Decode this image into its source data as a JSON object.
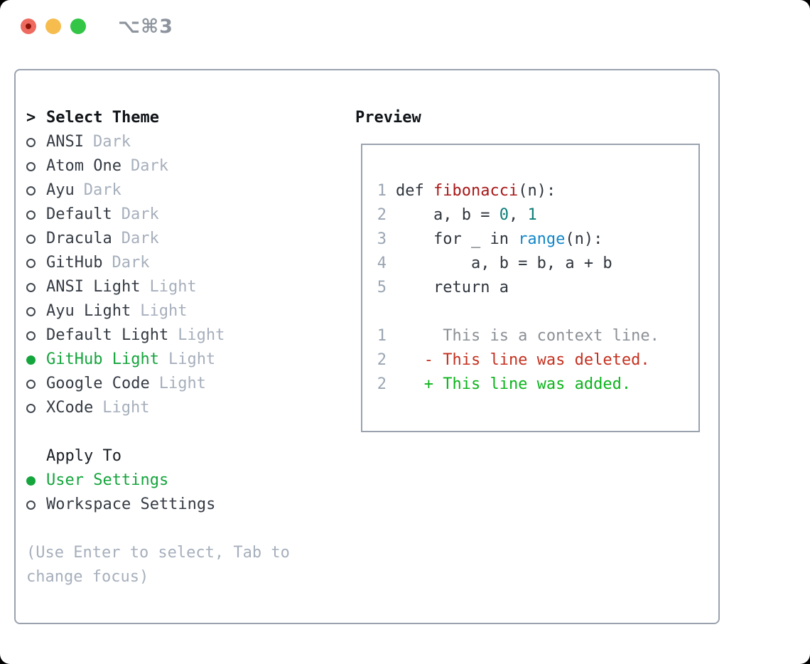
{
  "window": {
    "title": "⌥⌘3",
    "traffic_lights": [
      "close",
      "minimize",
      "zoom"
    ]
  },
  "theme_picker": {
    "header": {
      "marker": ">",
      "label": "Select Theme"
    },
    "themes": [
      {
        "name": "ANSI",
        "variant": "Dark",
        "selected": false
      },
      {
        "name": "Atom One",
        "variant": "Dark",
        "selected": false
      },
      {
        "name": "Ayu",
        "variant": "Dark",
        "selected": false
      },
      {
        "name": "Default",
        "variant": "Dark",
        "selected": false
      },
      {
        "name": "Dracula",
        "variant": "Dark",
        "selected": false
      },
      {
        "name": "GitHub",
        "variant": "Dark",
        "selected": false
      },
      {
        "name": "ANSI Light",
        "variant": "Light",
        "selected": false
      },
      {
        "name": "Ayu Light",
        "variant": "Light",
        "selected": false
      },
      {
        "name": "Default Light",
        "variant": "Light",
        "selected": false
      },
      {
        "name": "GitHub Light",
        "variant": "Light",
        "selected": true
      },
      {
        "name": "Google Code",
        "variant": "Light",
        "selected": false
      },
      {
        "name": "XCode",
        "variant": "Light",
        "selected": false
      }
    ],
    "apply_to": {
      "label": "Apply To",
      "options": [
        {
          "name": "User Settings",
          "selected": true
        },
        {
          "name": "Workspace Settings",
          "selected": false
        }
      ]
    },
    "hint_line1": "(Use Enter to select, Tab to",
    "hint_line2": "change focus)"
  },
  "preview": {
    "label": "Preview",
    "lines": [
      {
        "num": "1",
        "tokens": [
          {
            "text": "def ",
            "style": "default"
          },
          {
            "text": "fibonacci",
            "style": "func"
          },
          {
            "text": "(n):",
            "style": "default"
          }
        ]
      },
      {
        "num": "2",
        "tokens": [
          {
            "text": "    a, b = ",
            "style": "default"
          },
          {
            "text": "0",
            "style": "num"
          },
          {
            "text": ", ",
            "style": "default"
          },
          {
            "text": "1",
            "style": "num"
          }
        ]
      },
      {
        "num": "3",
        "tokens": [
          {
            "text": "    for _ in ",
            "style": "default"
          },
          {
            "text": "range",
            "style": "builtin"
          },
          {
            "text": "(n):",
            "style": "default"
          }
        ]
      },
      {
        "num": "4",
        "tokens": [
          {
            "text": "        a, b = b, a + b",
            "style": "default"
          }
        ]
      },
      {
        "num": "5",
        "tokens": [
          {
            "text": "    return a",
            "style": "default"
          }
        ]
      },
      {
        "num": "",
        "tokens": []
      },
      {
        "num": "1",
        "tokens": [
          {
            "text": "     This is a context line.",
            "style": "context"
          }
        ]
      },
      {
        "num": "2",
        "tokens": [
          {
            "text": "   - This line was deleted.",
            "style": "deleted"
          }
        ]
      },
      {
        "num": "2",
        "tokens": [
          {
            "text": "   + This line was added.",
            "style": "added"
          }
        ]
      }
    ]
  },
  "colors": {
    "accent_green": "#14a53c",
    "window_border": "#9aa2ae",
    "muted": "#a6afbc",
    "text_dark": "#353b44",
    "heading": "#101418",
    "line_number": "#9aa5b3",
    "code_default": "#2f353d",
    "func_red": "#a81717",
    "number_teal": "#0d7d79",
    "builtin_blue": "#1287c9",
    "context_gray": "#8b9096",
    "diff_del": "#c4311f",
    "diff_add": "#0cb41c",
    "traffic_red": "#ef6a5e",
    "traffic_red_dot": "#8c1309",
    "traffic_yellow": "#f6bd4e",
    "traffic_green": "#32c546",
    "title_gray": "#8d949d"
  }
}
